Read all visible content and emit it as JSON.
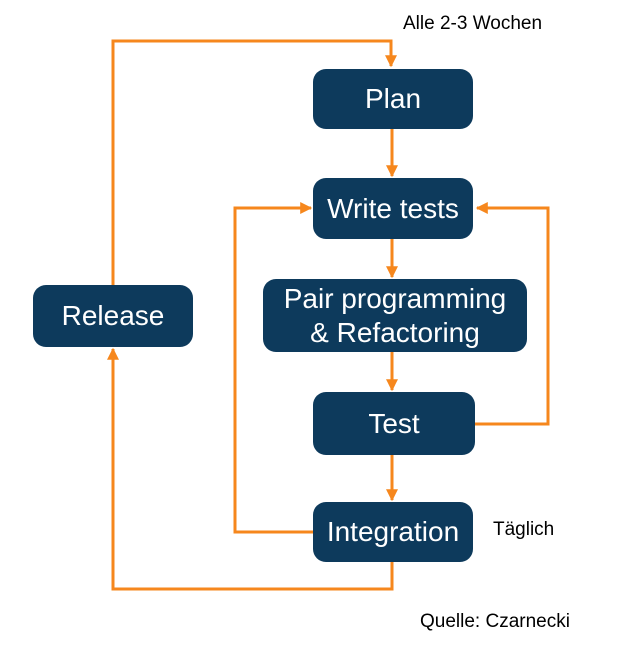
{
  "colors": {
    "node_fill": "#0d3a5c",
    "node_text": "#ffffff",
    "arrow": "#f6871d",
    "label_text": "#000000",
    "background": "#ffffff"
  },
  "nodes": {
    "plan": {
      "label": "Plan"
    },
    "write_tests": {
      "label": "Write tests"
    },
    "pair_programming": {
      "label": "Pair programming\n& Refactoring"
    },
    "test": {
      "label": "Test"
    },
    "integration": {
      "label": "Integration"
    },
    "release": {
      "label": "Release"
    }
  },
  "annotations": {
    "cycle": "Alle 2-3 Wochen",
    "daily": "Täglich",
    "source": "Quelle: Czarnecki"
  },
  "edges": [
    {
      "from": "plan",
      "to": "write_tests"
    },
    {
      "from": "write_tests",
      "to": "pair_programming"
    },
    {
      "from": "pair_programming",
      "to": "test"
    },
    {
      "from": "test",
      "to": "integration"
    },
    {
      "from": "test",
      "to": "write_tests"
    },
    {
      "from": "integration",
      "to": "write_tests"
    },
    {
      "from": "integration",
      "to": "release"
    },
    {
      "from": "release",
      "to": "plan"
    }
  ]
}
